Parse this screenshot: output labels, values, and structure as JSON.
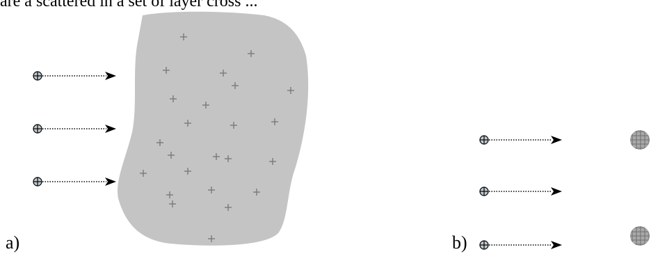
{
  "header": {
    "text": "are a scattered in a set of layer cross ..."
  },
  "panels": [
    {
      "label": "a)",
      "arrows": 3
    },
    {
      "label": "b)",
      "arrows": 3
    }
  ],
  "colors": {
    "blob_fill": "#c4c4c4",
    "plus_stroke": "#7a7a7a",
    "particle_fill": "#bfc7cc",
    "arrow": "#000000",
    "dot_line": "#000000",
    "nucleus_fill": "#a9a9a9"
  },
  "icons": [
    "particle-circle-plus",
    "dotted-arrow",
    "plus-marker",
    "nucleus-tile"
  ]
}
